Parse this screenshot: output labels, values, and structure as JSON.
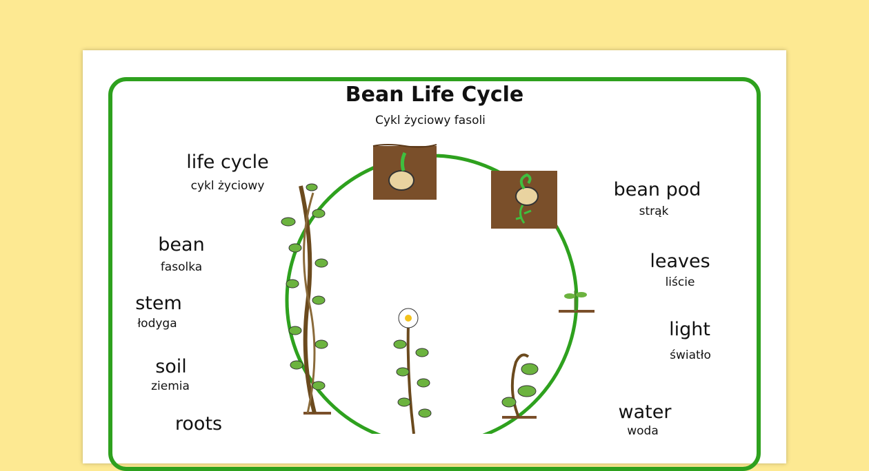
{
  "title": "Bean Life Cycle",
  "subtitle": "Cykl życiowy fasoli",
  "left_words": [
    {
      "en": "life cycle",
      "pl": "cykl życiowy"
    },
    {
      "en": "bean",
      "pl": "fasolka"
    },
    {
      "en": "stem",
      "pl": "łodyga"
    },
    {
      "en": "soil",
      "pl": "ziemia"
    },
    {
      "en": "roots",
      "pl": ""
    }
  ],
  "right_words": [
    {
      "en": "bean pod",
      "pl": "strąk"
    },
    {
      "en": "leaves",
      "pl": "liście"
    },
    {
      "en": "light",
      "pl": "światło"
    },
    {
      "en": "water",
      "pl": "woda"
    }
  ],
  "colors": {
    "background": "#fde992",
    "border": "#2ea11e",
    "soil": "#7a4f2a",
    "bean": "#e9d3a0"
  }
}
